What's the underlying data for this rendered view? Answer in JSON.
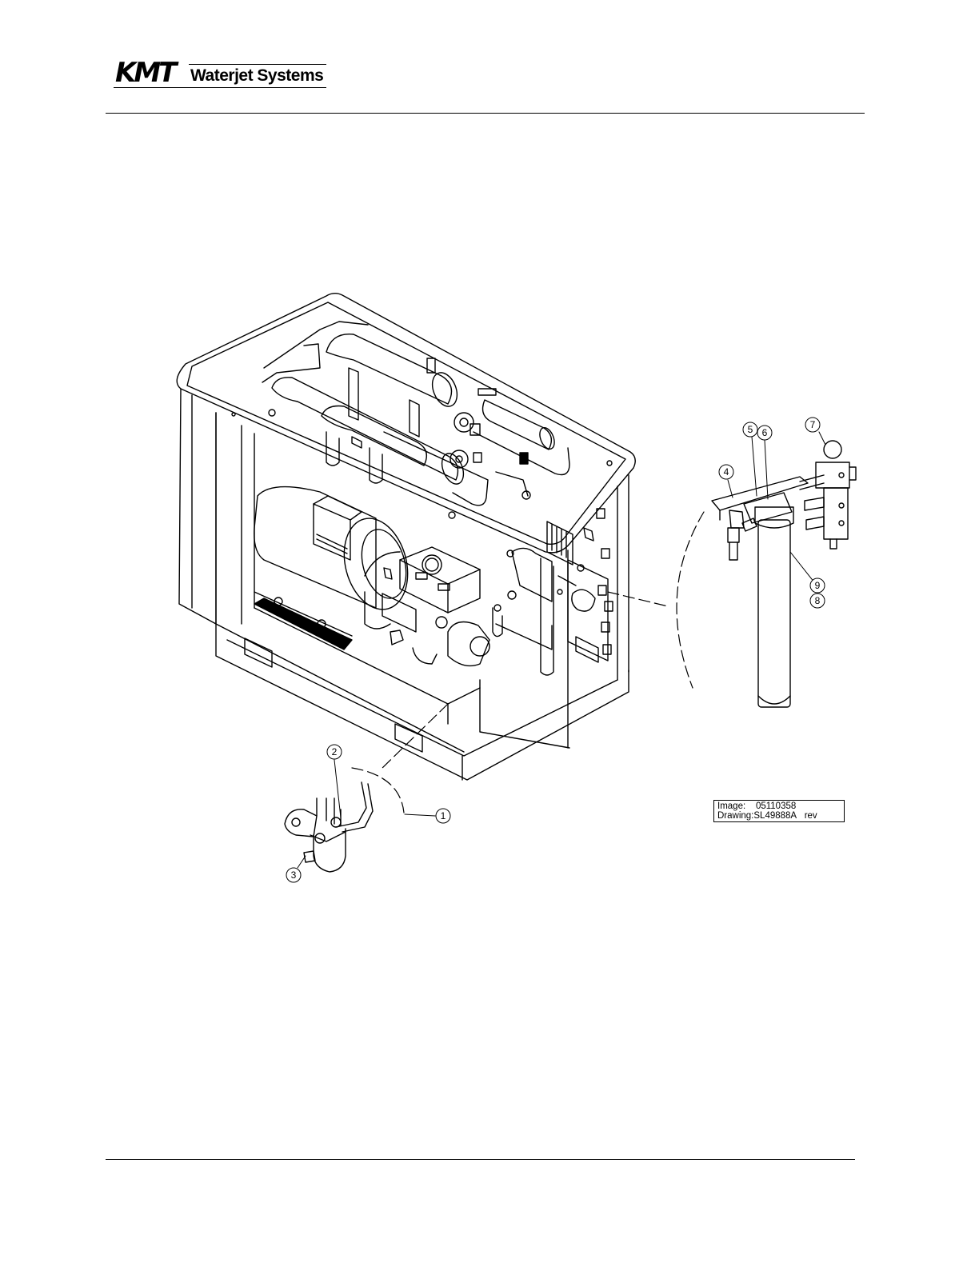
{
  "header": {
    "logo_brand": "KMT",
    "logo_subtitle": "Waterjet Systems"
  },
  "callouts": [
    "1",
    "2",
    "3",
    "4",
    "5",
    "6",
    "7",
    "8",
    "9"
  ],
  "title_block": {
    "image_label": "Image:",
    "image_value": "05110358",
    "drawing_label": "Drawing:",
    "drawing_value": "SL49888A",
    "revision": "rev"
  }
}
